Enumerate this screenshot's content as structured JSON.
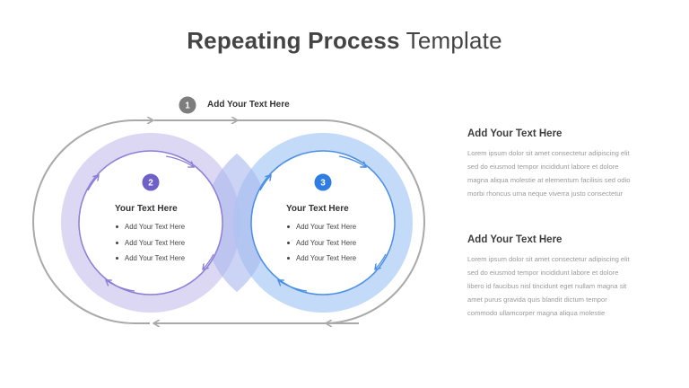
{
  "title": {
    "bold": "Repeating Process",
    "regular": "Template"
  },
  "steps": [
    {
      "number": "1",
      "label": "Add Your Text Here",
      "color": "#7d7d7d"
    },
    {
      "number": "2",
      "title": "Your Text Here",
      "color": "#6f5fc8",
      "bullets": [
        "Add Your Text Here",
        "Add Your Text Here",
        "Add Your Text Here"
      ]
    },
    {
      "number": "3",
      "title": "Your Text Here",
      "color": "#2f7de0",
      "bullets": [
        "Add Your Text Here",
        "Add Your Text Here",
        "Add Your Text Here"
      ]
    }
  ],
  "side_blocks": [
    {
      "heading": "Add Your Text Here",
      "lines": [
        "Lorem ipsum dolor sit amet consectetur adipiscing elit",
        "sed do eiusmod tempor incididunt labore et dolore",
        "magna aliqua molestie at elementum facilisis sed odio",
        "morbi rhoncus urna neque viverra justo consectetur"
      ]
    },
    {
      "heading": "Add Your Text Here",
      "lines": [
        "Lorem ipsum dolor sit amet consectetur adipiscing elit",
        "sed do eiusmod tempor incididunt labore et dolore",
        "libero id faucibus nisl tincidunt eget nullam magna sit",
        "amet purus gravida quis blandit dictum tempor",
        "commodo ullamcorper magna aliqua molestie"
      ]
    }
  ],
  "colors": {
    "outline": "#a9a9a9",
    "purple_ring": "#d5d0f0",
    "purple_line": "#8b7fd6",
    "blue_ring": "#b9d4f7",
    "blue_line": "#4a8fe6"
  }
}
